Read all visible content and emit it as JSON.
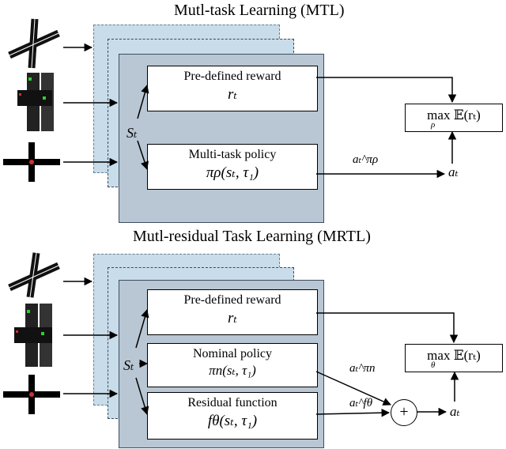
{
  "mtl": {
    "title": "Mutl-task Learning (MTL)",
    "reward_label": "Pre-defined reward",
    "reward_symbol": "rₜ",
    "policy_label": "Multi-task policy",
    "policy_symbol": "πρ(sₜ, τ₁)",
    "state": "Sₜ",
    "action_policy": "aₜ^πρ",
    "action": "aₜ",
    "objective_top": "max 𝔼(rₜ)",
    "objective_sub": "ρ"
  },
  "mrtl": {
    "title": "Mutl-residual Task Learning (MRTL)",
    "reward_label": "Pre-defined reward",
    "reward_symbol": "rₜ",
    "nominal_label": "Nominal policy",
    "nominal_symbol": "πn(sₜ, τ₁)",
    "residual_label": "Residual function",
    "residual_symbol": "fθ(sₜ, τ₁)",
    "state": "Sₜ",
    "action_nominal": "aₜ^πn",
    "action_residual": "aₜ^fθ",
    "sum": "+",
    "action": "aₜ",
    "objective_top": "max 𝔼(rₜ)",
    "objective_sub": "θ"
  }
}
